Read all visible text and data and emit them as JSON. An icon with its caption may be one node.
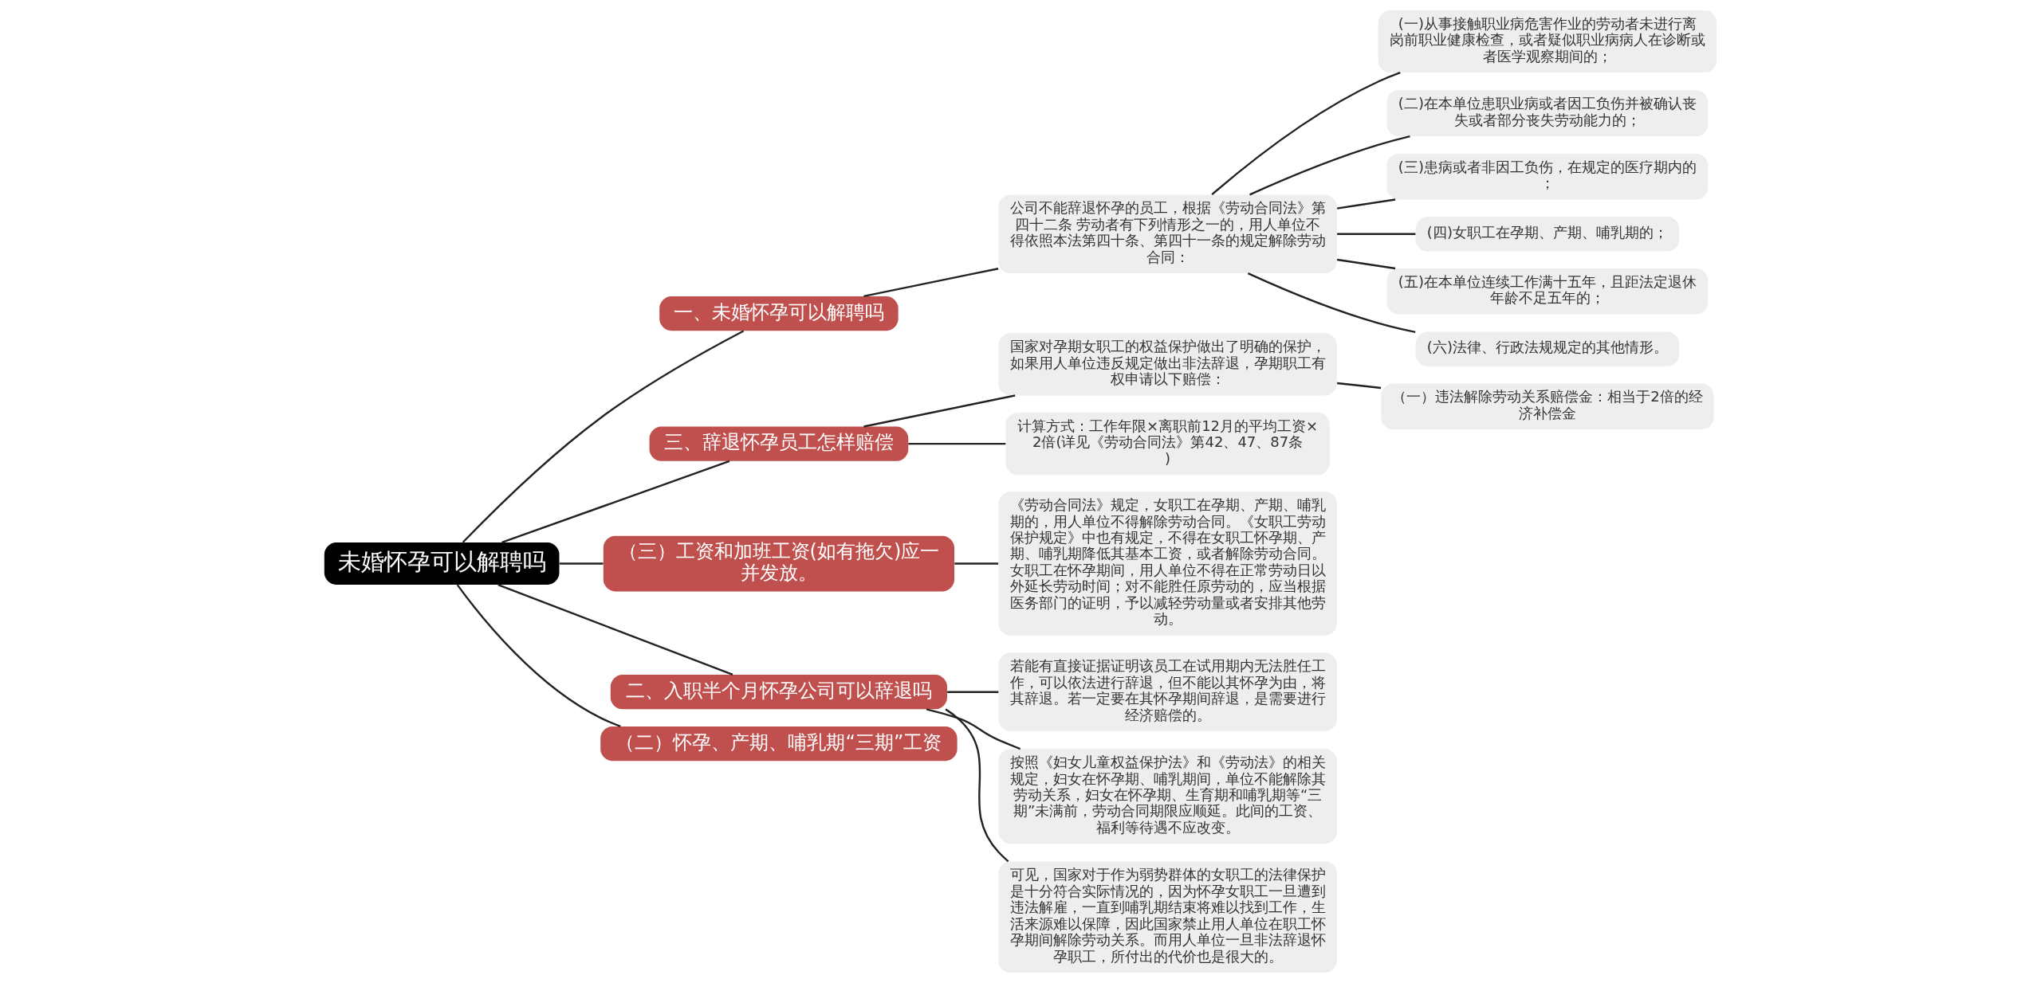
{
  "diagram": {
    "nodes": [
      {
        "text": [
          "未婚怀孕可以解聘吗"
        ]
      },
      {
        "text": [
          "一、未婚怀孕可以解聘吗"
        ]
      },
      {
        "text": [
          "公司不能辞退怀孕的员工，根据《劳动合同法》第四十二条 劳动者有下列情形之一的，用人单位不得依照本法第四十条、第四十一条的规定解除劳动合同："
        ]
      },
      {
        "text": [
          "(一)从事接触职业病危害作业的劳动者未进行离岗前职业健康检查，或者疑似职业病病人在诊断或者医学观察期间的；"
        ]
      },
      {
        "text": [
          "(二)在本单位患职业病或者因工负伤并被确认丧失或者部分丧失劳动能力的；"
        ]
      },
      {
        "text": [
          "(三)患病或者非因工负伤，在规定的医疗期内的；"
        ]
      },
      {
        "text": [
          "(四)女职工在孕期、产期、哺乳期的；"
        ]
      },
      {
        "text": [
          "(五)在本单位连续工作满十五年，且距法定退休年龄不足五年的；"
        ]
      },
      {
        "text": [
          "(六)法律、行政法规规定的其他情形。"
        ]
      },
      {
        "text": [
          "三、辞退怀孕员工怎样赔偿"
        ]
      },
      {
        "text": [
          "国家对孕期女职工的权益保护做出了明确的保护，如果用人单位违反规定做出非法辞退，孕期职工有权申请以下赔偿："
        ]
      },
      {
        "text": [
          "（一）违法解除劳动关系赔偿金：相当于2倍的经济补偿金"
        ]
      },
      {
        "text": [
          "计算方式：工作年限×离职前12月的平均工资×2倍(详见《劳动合同法》第42、47、87条)"
        ]
      },
      {
        "text": [
          "（三）工资和加班工资(如有拖欠)应一并发放。"
        ]
      },
      {
        "text": [
          "《劳动合同法》规定，女职工在孕期、产期、哺乳期的，用人单位不得解除劳动合同。《女职工劳动保护规定》中也有规定，不得在女职工怀孕期、产期、哺乳期降低其基本工资，或者解除劳动合同。女职工在怀孕期间，用人单位不得在正常劳动日以外延长劳动时间；对不能胜任原劳动的，应当根据医务部门的证明，予以减轻劳动量或者安排其他劳动。"
        ]
      },
      {
        "text": [
          "二、入职半个月怀孕公司可以辞退吗"
        ]
      },
      {
        "text": [
          "若能有直接证据证明该员工在试用期内无法胜任工作，可以依法进行辞退，但不能以其怀孕为由，将其辞退。若一定要在其怀孕期间辞退，是需要进行经济赔偿的。"
        ]
      },
      {
        "text": [
          "按照《妇女儿童权益保护法》和《劳动法》的相关规定，妇女在怀孕期、哺乳期间，单位不能解除其劳动关系，妇女在怀孕期、生育期和哺乳期等“三期”未满前，劳动合同期限应顺延。此间的工资、福利等待遇不应改变。"
        ]
      },
      {
        "text": [
          "可见，国家对于作为弱势群体的女职工的法律保护是十分符合实际情况的，因为怀孕女职工一旦遭到违法解雇，一直到哺乳期结束将难以找到工作，生活来源难以保障，因此国家禁止用人单位在职工怀孕期间解除劳动关系。而用人单位一旦非法辞退怀孕职工，所付出的代价也是很大的。"
        ]
      },
      {
        "text": [
          "（二）怀孕、产期、哺乳期“三期”工资"
        ]
      }
    ],
    "edges": [
      {
        "from": 0,
        "to": 1,
        "arrow": "none"
      },
      {
        "from": 1,
        "to": 2,
        "arrow": "none"
      },
      {
        "from": 2,
        "to": 3,
        "arrow": "none"
      },
      {
        "from": 2,
        "to": 4,
        "arrow": "none"
      },
      {
        "from": 2,
        "to": 5,
        "arrow": "none"
      },
      {
        "from": 2,
        "to": 6,
        "arrow": "none"
      },
      {
        "from": 2,
        "to": 7,
        "arrow": "none"
      },
      {
        "from": 2,
        "to": 8,
        "arrow": "none"
      },
      {
        "from": 0,
        "to": 9,
        "arrow": "none"
      },
      {
        "from": 9,
        "to": 10,
        "arrow": "none"
      },
      {
        "from": 10,
        "to": 11,
        "arrow": "none"
      },
      {
        "from": 9,
        "to": 12,
        "arrow": "none"
      },
      {
        "from": 0,
        "to": 13,
        "arrow": "none"
      },
      {
        "from": 13,
        "to": 14,
        "arrow": "none"
      },
      {
        "from": 0,
        "to": 15,
        "arrow": "none"
      },
      {
        "from": 15,
        "to": 16,
        "arrow": "none"
      },
      {
        "from": 15,
        "to": 17,
        "arrow": "none"
      },
      {
        "from": 15,
        "to": 18,
        "arrow": "none"
      },
      {
        "from": 0,
        "to": 19,
        "arrow": "none"
      }
    ]
  }
}
